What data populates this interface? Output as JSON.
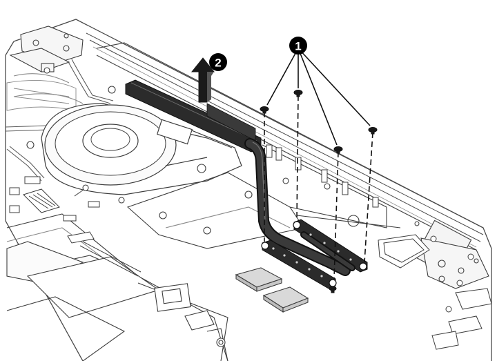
{
  "callouts": [
    {
      "id": "screws",
      "label": "1"
    },
    {
      "id": "lift",
      "label": "2"
    }
  ],
  "colors": {
    "line": "#3c3c3c",
    "light_line": "#9a9a9a",
    "heat_pipe": "#2b2b2b",
    "heat_pipe_edge": "#555555",
    "thermal_pad": "#d9d9d9",
    "callout_fill": "#000000",
    "arrow_fill": "#1a1a1a"
  },
  "icons": [
    "up-arrow-icon",
    "screw-icon"
  ]
}
